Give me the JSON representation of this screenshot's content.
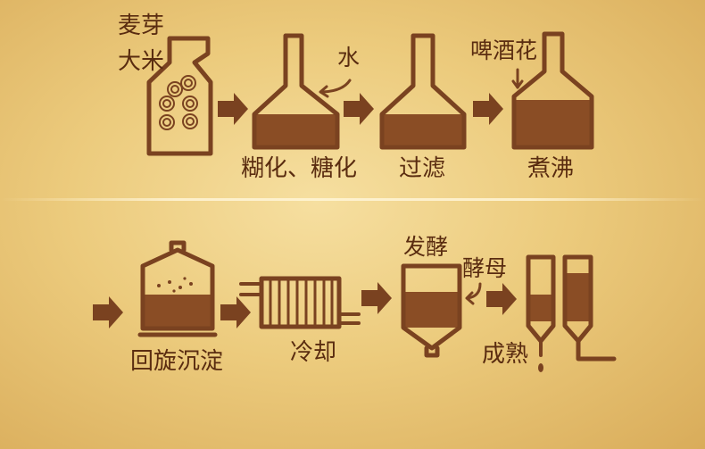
{
  "process": {
    "row1": {
      "malt": "麦芽",
      "rice": "大米",
      "water": "水",
      "mashing": "糊化、糖化",
      "filtration": "过滤",
      "hops": "啤酒花",
      "boiling": "煮沸"
    },
    "row2": {
      "whirlpool": "回旋沉淀",
      "cooling": "冷却",
      "fermentation": "发酵",
      "yeast": "酵母",
      "maturation": "成熟"
    }
  },
  "colors": {
    "outline": "#7a4220",
    "liquid": "#8a4d25",
    "text": "#5a2c10",
    "background": "#eccb7d"
  }
}
